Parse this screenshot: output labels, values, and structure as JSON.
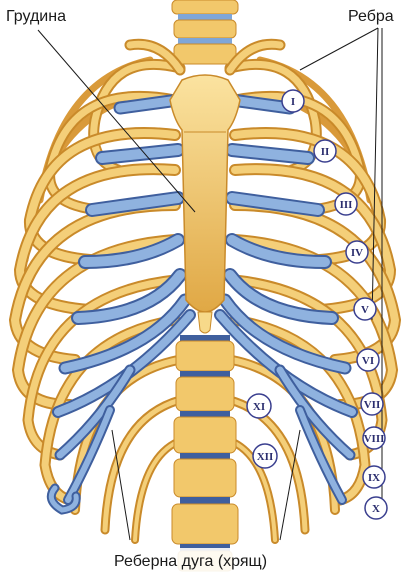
{
  "labels": {
    "sternum": "Грудина",
    "ribs": "Ребра",
    "costal_arch": "Реберна дуга (хрящ)"
  },
  "rib_numbers": [
    "I",
    "II",
    "III",
    "IV",
    "V",
    "VI",
    "VII",
    "VIII",
    "IX",
    "X",
    "XI",
    "XII"
  ],
  "colors": {
    "bone": "#f2c86b",
    "bone_edge": "#c98a2a",
    "cartilage": "#7fa6d8",
    "cartilage_edge": "#3f5f9e",
    "badge_border": "#3a3f8f",
    "text": "#1a1a1a"
  }
}
